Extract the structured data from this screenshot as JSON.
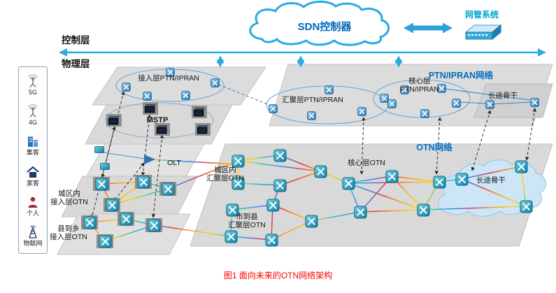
{
  "layers": {
    "control": "控制层",
    "physical": "物理层"
  },
  "top": {
    "sdn_controller": "SDN控制器",
    "nms": "网管系统"
  },
  "sidebar": {
    "items": [
      {
        "id": "5g",
        "label": "5G"
      },
      {
        "id": "4g",
        "label": "4G"
      },
      {
        "id": "corporate",
        "label": "集客"
      },
      {
        "id": "home",
        "label": "家客"
      },
      {
        "id": "personal",
        "label": "个人"
      },
      {
        "id": "iot",
        "label": "物联网"
      }
    ]
  },
  "ptn": {
    "network": "PTN/IPRAN网络",
    "access": "接入层PTN/IPRAN",
    "aggregation": "汇聚层PTN/IPRAN",
    "core": "核心层\nPTN/IPRAN",
    "backbone": "长途骨干"
  },
  "legacy": {
    "mstp": "MSTP",
    "olt": "OLT"
  },
  "otn": {
    "network": "OTN网络",
    "urban_aggregation": "城区内\n汇聚层OTN",
    "core": "核心层OTN",
    "city_county_aggregation": "市到县\n汇聚层OTN",
    "backbone": "长途骨干",
    "urban_access": "城区内\n接入层OTN",
    "county_township_access": "县到乡\n接入层OTN"
  },
  "caption": "图1 面向未来的OTN网络架构",
  "colors": {
    "accent_blue": "#29abe2",
    "label_blue": "#0070c0",
    "nms_cyan": "#00a7cc",
    "caption_red": "#ff0000",
    "node_teal": "#1d89ad",
    "plane_gray": "#d9d9d9"
  }
}
